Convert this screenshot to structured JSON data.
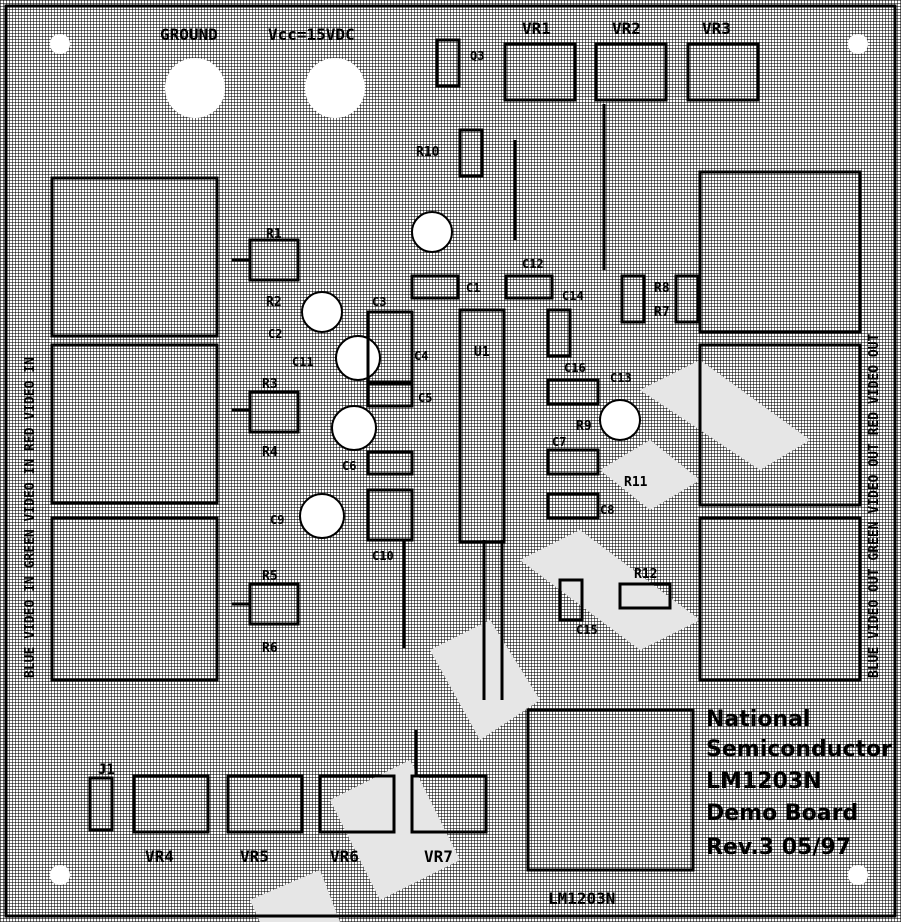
{
  "board": {
    "top_labels": {
      "ground": "GROUND",
      "vcc": "Vcc=15VDC",
      "vr1": "VR1",
      "vr2": "VR2",
      "vr3": "VR3"
    },
    "bottom_labels": {
      "vr4": "VR4",
      "vr5": "VR5",
      "vr6": "VR6",
      "vr7": "VR7",
      "part": "LM1203N"
    },
    "left_edge_text": "BLUE VIDEO IN   GREEN VIDEO IN   RED VIDEO IN",
    "right_edge_text": "BLUE VIDEO OUT   GREEN VIDEO OUT   RED VIDEO OUT",
    "info_lines": [
      "National",
      "Semiconductor",
      "LM1203N",
      "Demo Board",
      "Rev.3  05/97"
    ],
    "components": {
      "u1": "U1",
      "r1": "R1",
      "r2": "R2",
      "r3": "R3",
      "r4": "R4",
      "r5": "R5",
      "r6": "R6",
      "r7": "R7",
      "r8": "R8",
      "r9": "R9",
      "r10": "R10",
      "r11": "R11",
      "r12": "R12",
      "c1": "C1",
      "c3": "C3",
      "c4": "C4",
      "c5": "C5",
      "c6": "C6",
      "c7": "C7",
      "c8": "C8",
      "c9": "C9",
      "c10": "C10",
      "c11": "C11",
      "c12": "C12",
      "c13": "C13",
      "c14": "C14",
      "c15": "C15",
      "c16": "C16",
      "cap_sym": "C2",
      "diode": "Q3"
    },
    "jumper": "J1"
  }
}
